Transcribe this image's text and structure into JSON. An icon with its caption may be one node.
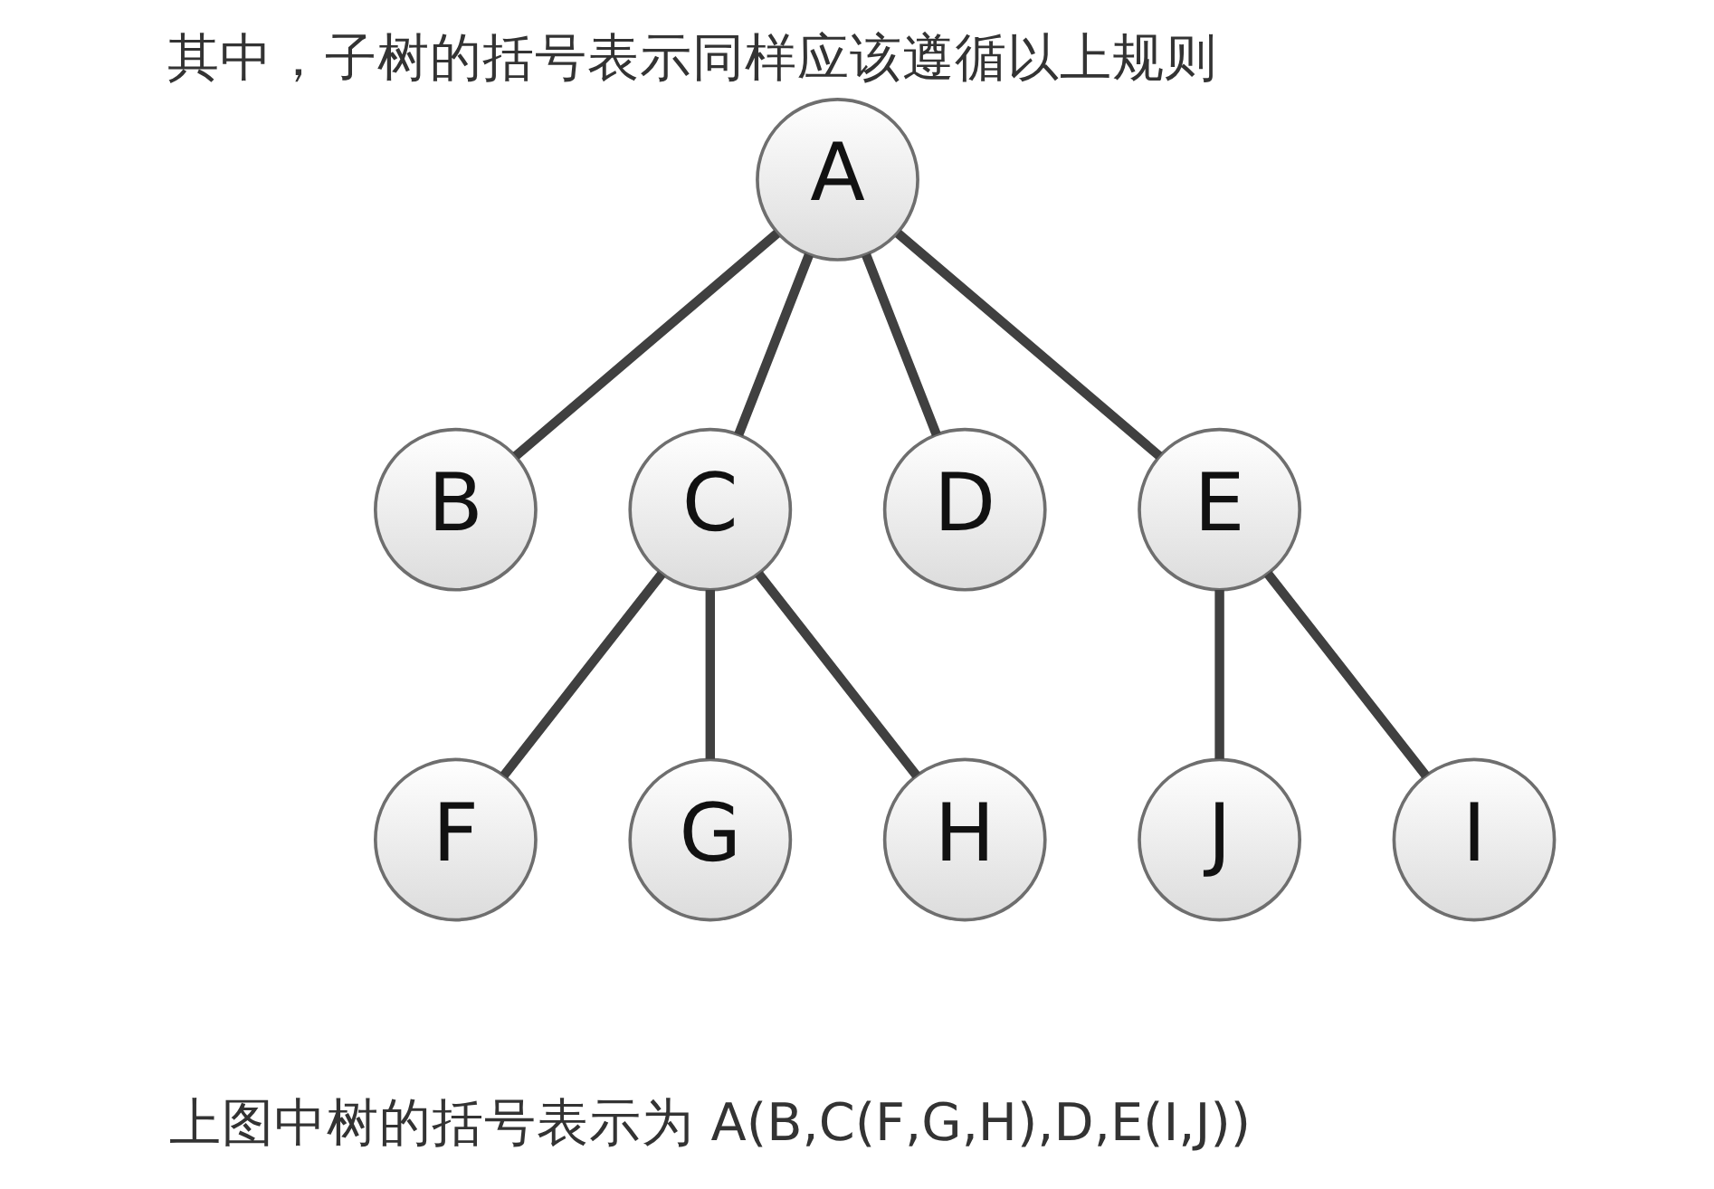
{
  "diagram": {
    "title": "其中，子树的括号表示同样应该遵循以上规则",
    "caption": "上图中树的括号表示为 A(B,C(F,G,H),D,E(I,J))",
    "nodes": [
      {
        "text": [
          "A"
        ]
      },
      {
        "text": [
          "B"
        ]
      },
      {
        "text": [
          "C"
        ]
      },
      {
        "text": [
          "D"
        ]
      },
      {
        "text": [
          "E"
        ]
      },
      {
        "text": [
          "F"
        ]
      },
      {
        "text": [
          "G"
        ]
      },
      {
        "text": [
          "H"
        ]
      },
      {
        "text": [
          "J"
        ]
      },
      {
        "text": [
          "I"
        ]
      }
    ],
    "edges": [
      {
        "from": 0,
        "to": 1,
        "arrow": "none"
      },
      {
        "from": 0,
        "to": 2,
        "arrow": "none"
      },
      {
        "from": 0,
        "to": 3,
        "arrow": "none"
      },
      {
        "from": 0,
        "to": 4,
        "arrow": "none"
      },
      {
        "from": 2,
        "to": 5,
        "arrow": "none"
      },
      {
        "from": 2,
        "to": 6,
        "arrow": "none"
      },
      {
        "from": 2,
        "to": 7,
        "arrow": "none"
      },
      {
        "from": 4,
        "to": 8,
        "arrow": "none"
      },
      {
        "from": 4,
        "to": 9,
        "arrow": "none"
      }
    ]
  }
}
